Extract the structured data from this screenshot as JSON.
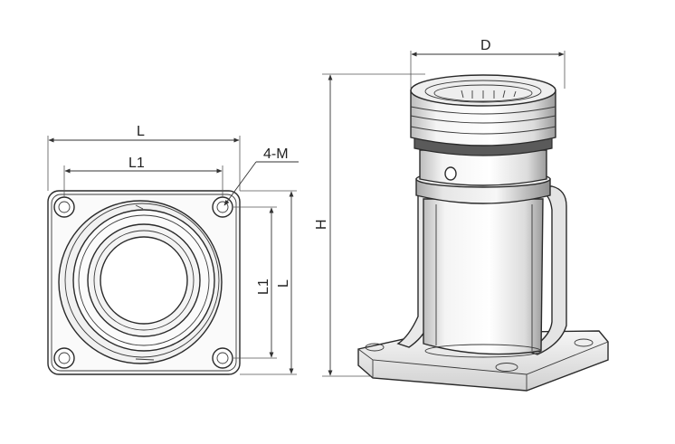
{
  "labels": {
    "front_width_outer": "L",
    "front_width_hole": "L1",
    "front_height_hole": "L1",
    "front_height_outer": "L",
    "hole_callout": "4-M",
    "side_height": "H",
    "side_diameter": "D"
  },
  "colors": {
    "line": "#2a2a2a",
    "metal_light": "#f2f2f2",
    "metal_mid": "#d9d9d9",
    "metal_dark": "#9a9a9a",
    "seal_ring": "#555555",
    "background": "#ffffff"
  }
}
